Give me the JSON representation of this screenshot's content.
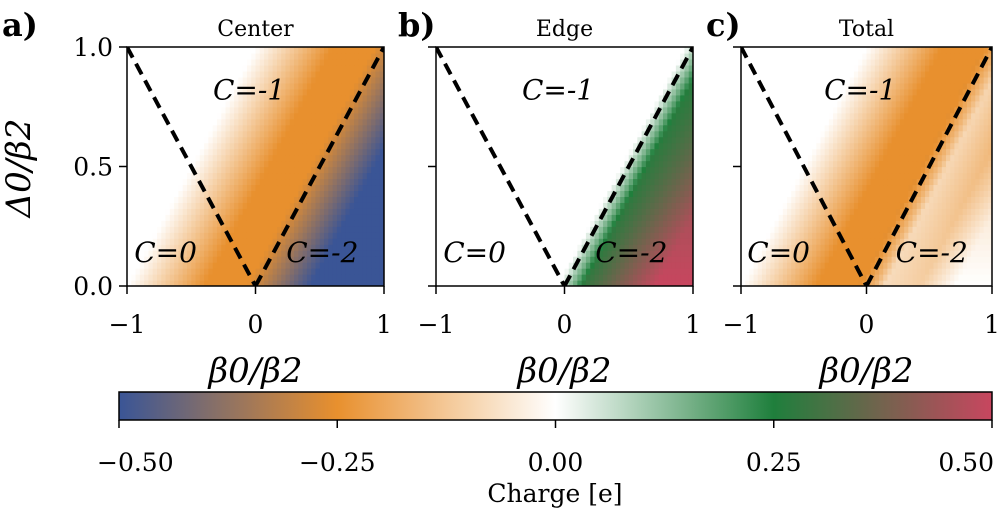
{
  "chart_data": [
    {
      "type": "heatmap",
      "panel_label": "a)",
      "title": "Center",
      "xlabel": "β0/β2",
      "ylabel": "Δ0/β2",
      "xlim": [
        -1,
        1
      ],
      "ylim": [
        0,
        1
      ],
      "xticks": [
        "−1",
        "0",
        "1"
      ],
      "yticks": [
        "0.0",
        "0.5",
        "1.0"
      ],
      "phase_labels": [
        {
          "text": "C=-1",
          "x": -0.05,
          "y": 0.78
        },
        {
          "text": "C=0",
          "x": -0.7,
          "y": 0.1
        },
        {
          "text": "C=-2",
          "x": 0.52,
          "y": 0.1
        }
      ],
      "boundaries": [
        {
          "x": [
            -1,
            0
          ],
          "y": [
            1,
            0
          ]
        },
        {
          "x": [
            0,
            1
          ],
          "y": [
            0,
            1
          ]
        }
      ]
    },
    {
      "type": "heatmap",
      "panel_label": "b)",
      "title": "Edge",
      "xlabel": "β0/β2",
      "xlim": [
        -1,
        1
      ],
      "ylim": [
        0,
        1
      ],
      "xticks": [
        "−1",
        "0",
        "1"
      ],
      "phase_labels": [
        {
          "text": "C=-1",
          "x": -0.05,
          "y": 0.78
        },
        {
          "text": "C=0",
          "x": -0.7,
          "y": 0.1
        },
        {
          "text": "C=-2",
          "x": 0.52,
          "y": 0.1
        }
      ],
      "boundaries": [
        {
          "x": [
            -1,
            0
          ],
          "y": [
            1,
            0
          ]
        },
        {
          "x": [
            0,
            1
          ],
          "y": [
            0,
            1
          ]
        }
      ]
    },
    {
      "type": "heatmap",
      "panel_label": "c)",
      "title": "Total",
      "xlabel": "β0/β2",
      "xlim": [
        -1,
        1
      ],
      "ylim": [
        0,
        1
      ],
      "xticks": [
        "−1",
        "0",
        "1"
      ],
      "phase_labels": [
        {
          "text": "C=-1",
          "x": -0.05,
          "y": 0.78
        },
        {
          "text": "C=0",
          "x": -0.7,
          "y": 0.1
        },
        {
          "text": "C=-2",
          "x": 0.52,
          "y": 0.1
        }
      ],
      "boundaries": [
        {
          "x": [
            -1,
            0
          ],
          "y": [
            1,
            0
          ]
        },
        {
          "x": [
            0,
            1
          ],
          "y": [
            0,
            1
          ]
        }
      ]
    }
  ],
  "colorbar": {
    "label": "Charge [e]",
    "range": [
      -0.5,
      0.5
    ],
    "ticks": [
      {
        "value": -0.5,
        "label": "−0.50"
      },
      {
        "value": -0.25,
        "label": "−0.25"
      },
      {
        "value": 0.0,
        "label": "0.00"
      },
      {
        "value": 0.25,
        "label": "0.25"
      },
      {
        "value": 0.5,
        "label": "0.50"
      }
    ],
    "colors": [
      "#3a5596",
      "#e8902e",
      "#ffffff",
      "#1f7f3c",
      "#c8465f"
    ]
  }
}
